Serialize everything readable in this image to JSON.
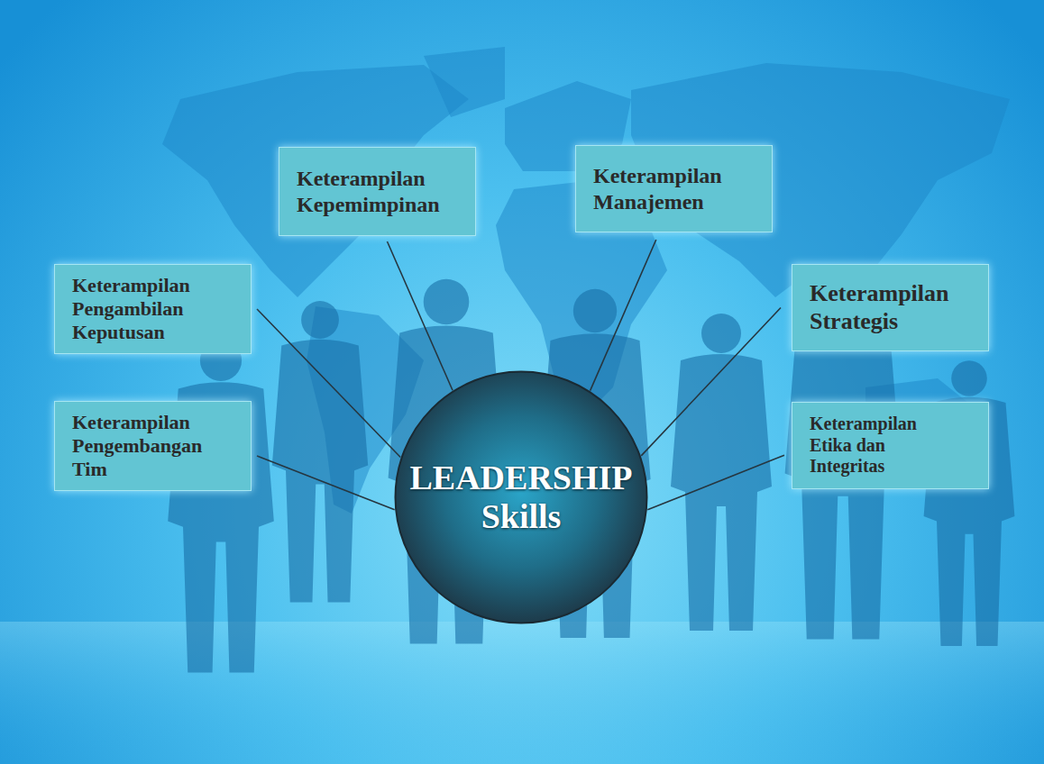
{
  "diagram": {
    "nodes": [
      {
        "text": [
          "Keterampilan Kepemimpinan"
        ]
      },
      {
        "text": [
          "Keterampilan Manajemen"
        ]
      },
      {
        "text": [
          "Keterampilan Pengambilan Keputusan"
        ]
      },
      {
        "text": [
          "Keterampilan Strategis"
        ]
      },
      {
        "text": [
          "Keterampilan Pengembangan Tim"
        ]
      },
      {
        "text": [
          "Keterampilan Etika dan Integritas"
        ]
      },
      {
        "text": [
          "LEADERSHIP Skills"
        ]
      }
    ],
    "edges": [
      {
        "from": 0,
        "to": 6,
        "arrow": "none"
      },
      {
        "from": 1,
        "to": 6,
        "arrow": "none"
      },
      {
        "from": 2,
        "to": 6,
        "arrow": "none"
      },
      {
        "from": 3,
        "to": 6,
        "arrow": "none"
      },
      {
        "from": 4,
        "to": 6,
        "arrow": "none"
      },
      {
        "from": 5,
        "to": 6,
        "arrow": "none"
      }
    ]
  }
}
